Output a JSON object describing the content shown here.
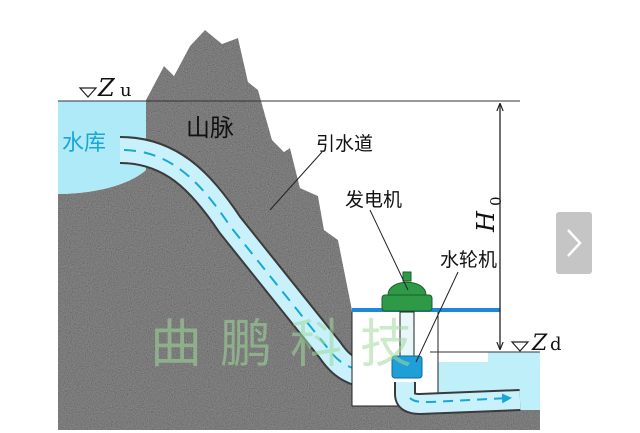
{
  "diagram": {
    "upstream_level": {
      "symbol": "Z",
      "subscript": "u"
    },
    "downstream_level": {
      "symbol": "Z",
      "subscript": "d"
    },
    "head": {
      "symbol": "H",
      "subscript": "0"
    },
    "labels": {
      "reservoir": "水库",
      "mountain": "山脉",
      "headrace": "引水道",
      "generator": "发电机",
      "turbine": "水轮机"
    },
    "watermark": "曲鹏科技"
  },
  "nav": {
    "next_icon": "chevron-right-icon"
  },
  "colors": {
    "water": "#aeeaf7",
    "water_label": "#1aa6d6",
    "rock": "#8c8c8c",
    "generator": "#2e9a48",
    "turbine": "#1e9fd8"
  }
}
